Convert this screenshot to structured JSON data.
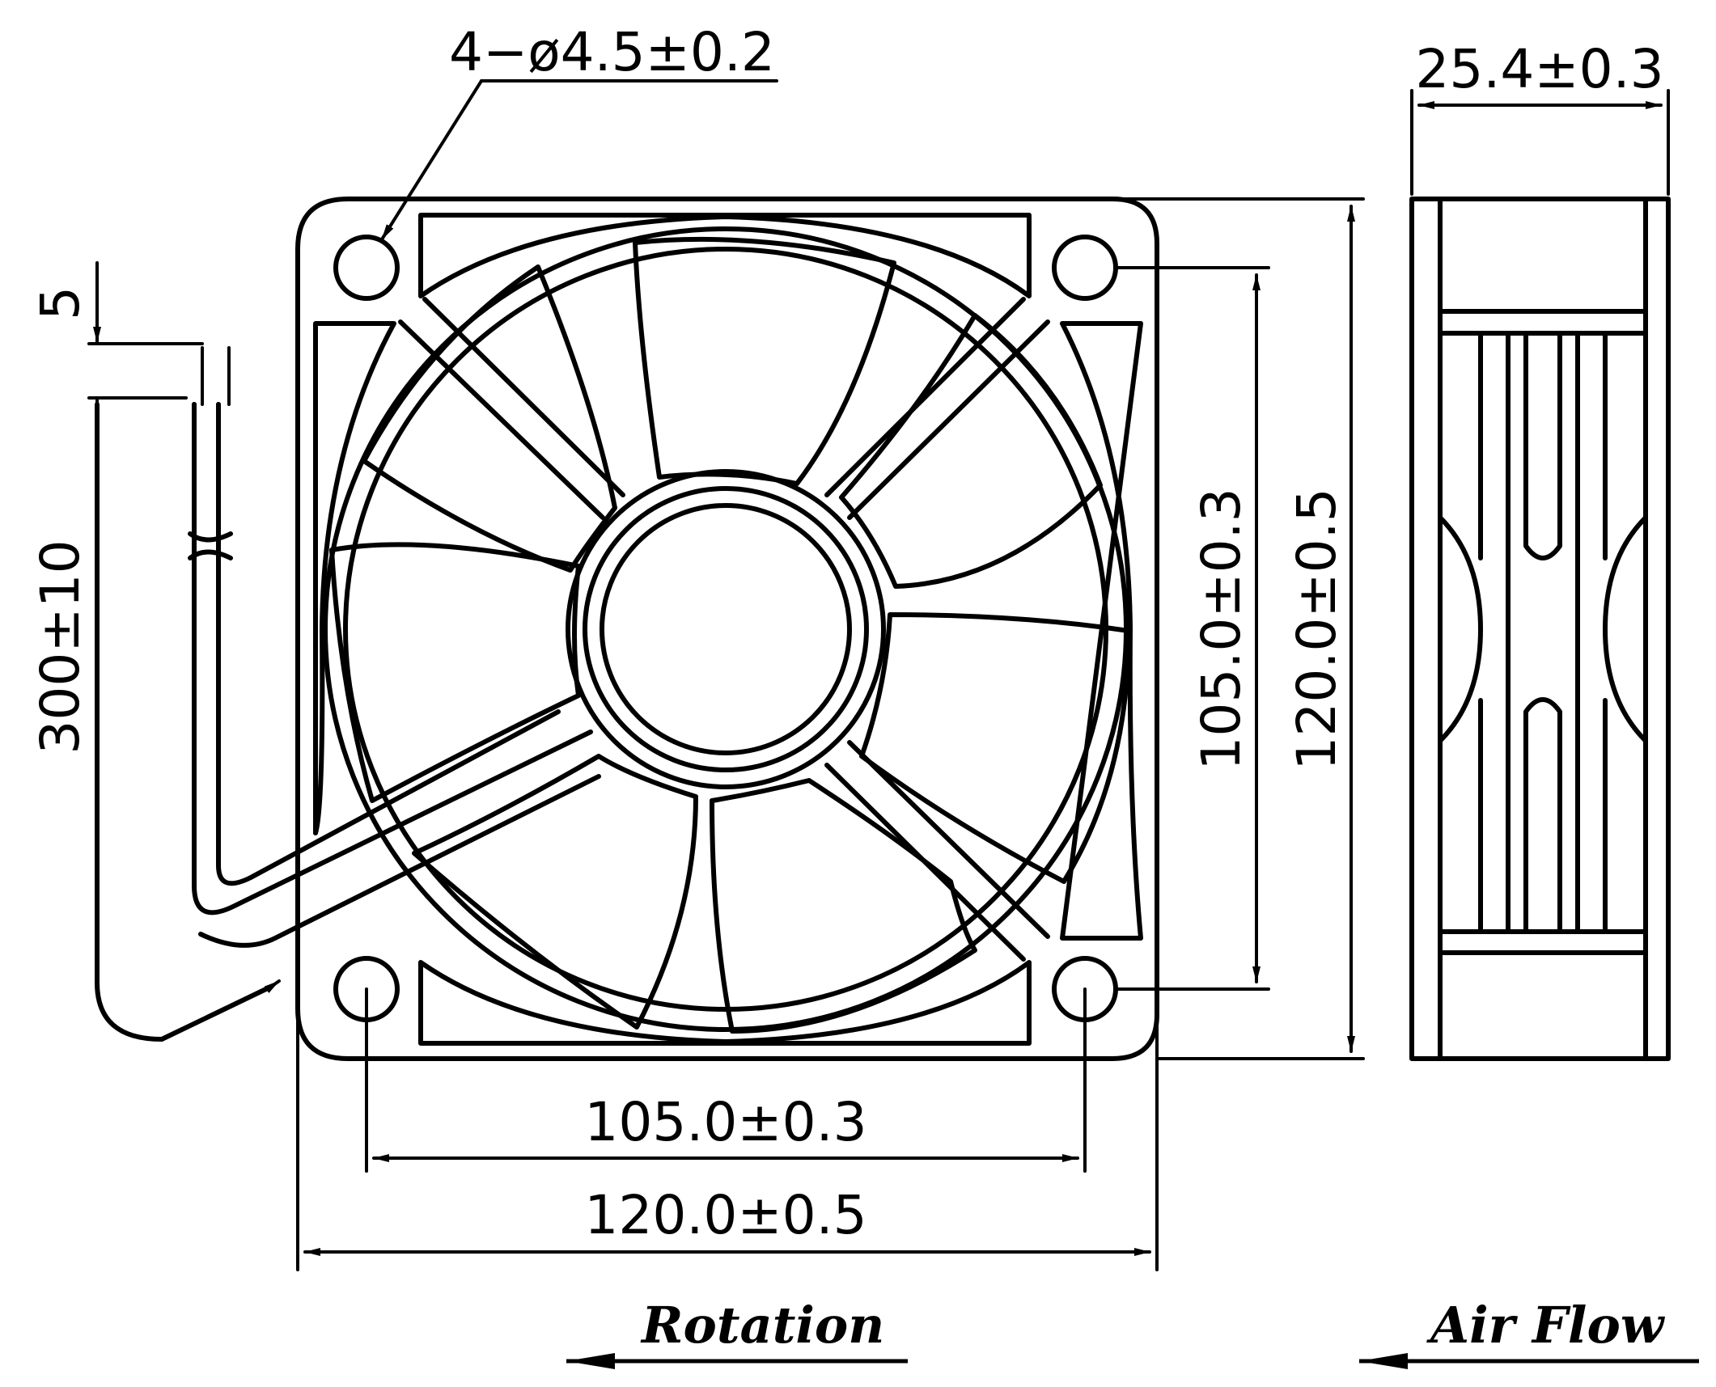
{
  "drawing": {
    "hole_callout": "4−ø4.5±0.2",
    "depth": "25.4±0.3",
    "lead_offset": "5",
    "lead_length": "300±10",
    "hole_spacing_vertical": "105.0±0.3",
    "frame_height": "120.0±0.5",
    "hole_spacing_horizontal": "105.0±0.3",
    "frame_width": "120.0±0.5",
    "rotation_label": "Rotation",
    "airflow_label": "Air Flow"
  },
  "colors": {
    "line": "#000000",
    "background": "#ffffff"
  }
}
